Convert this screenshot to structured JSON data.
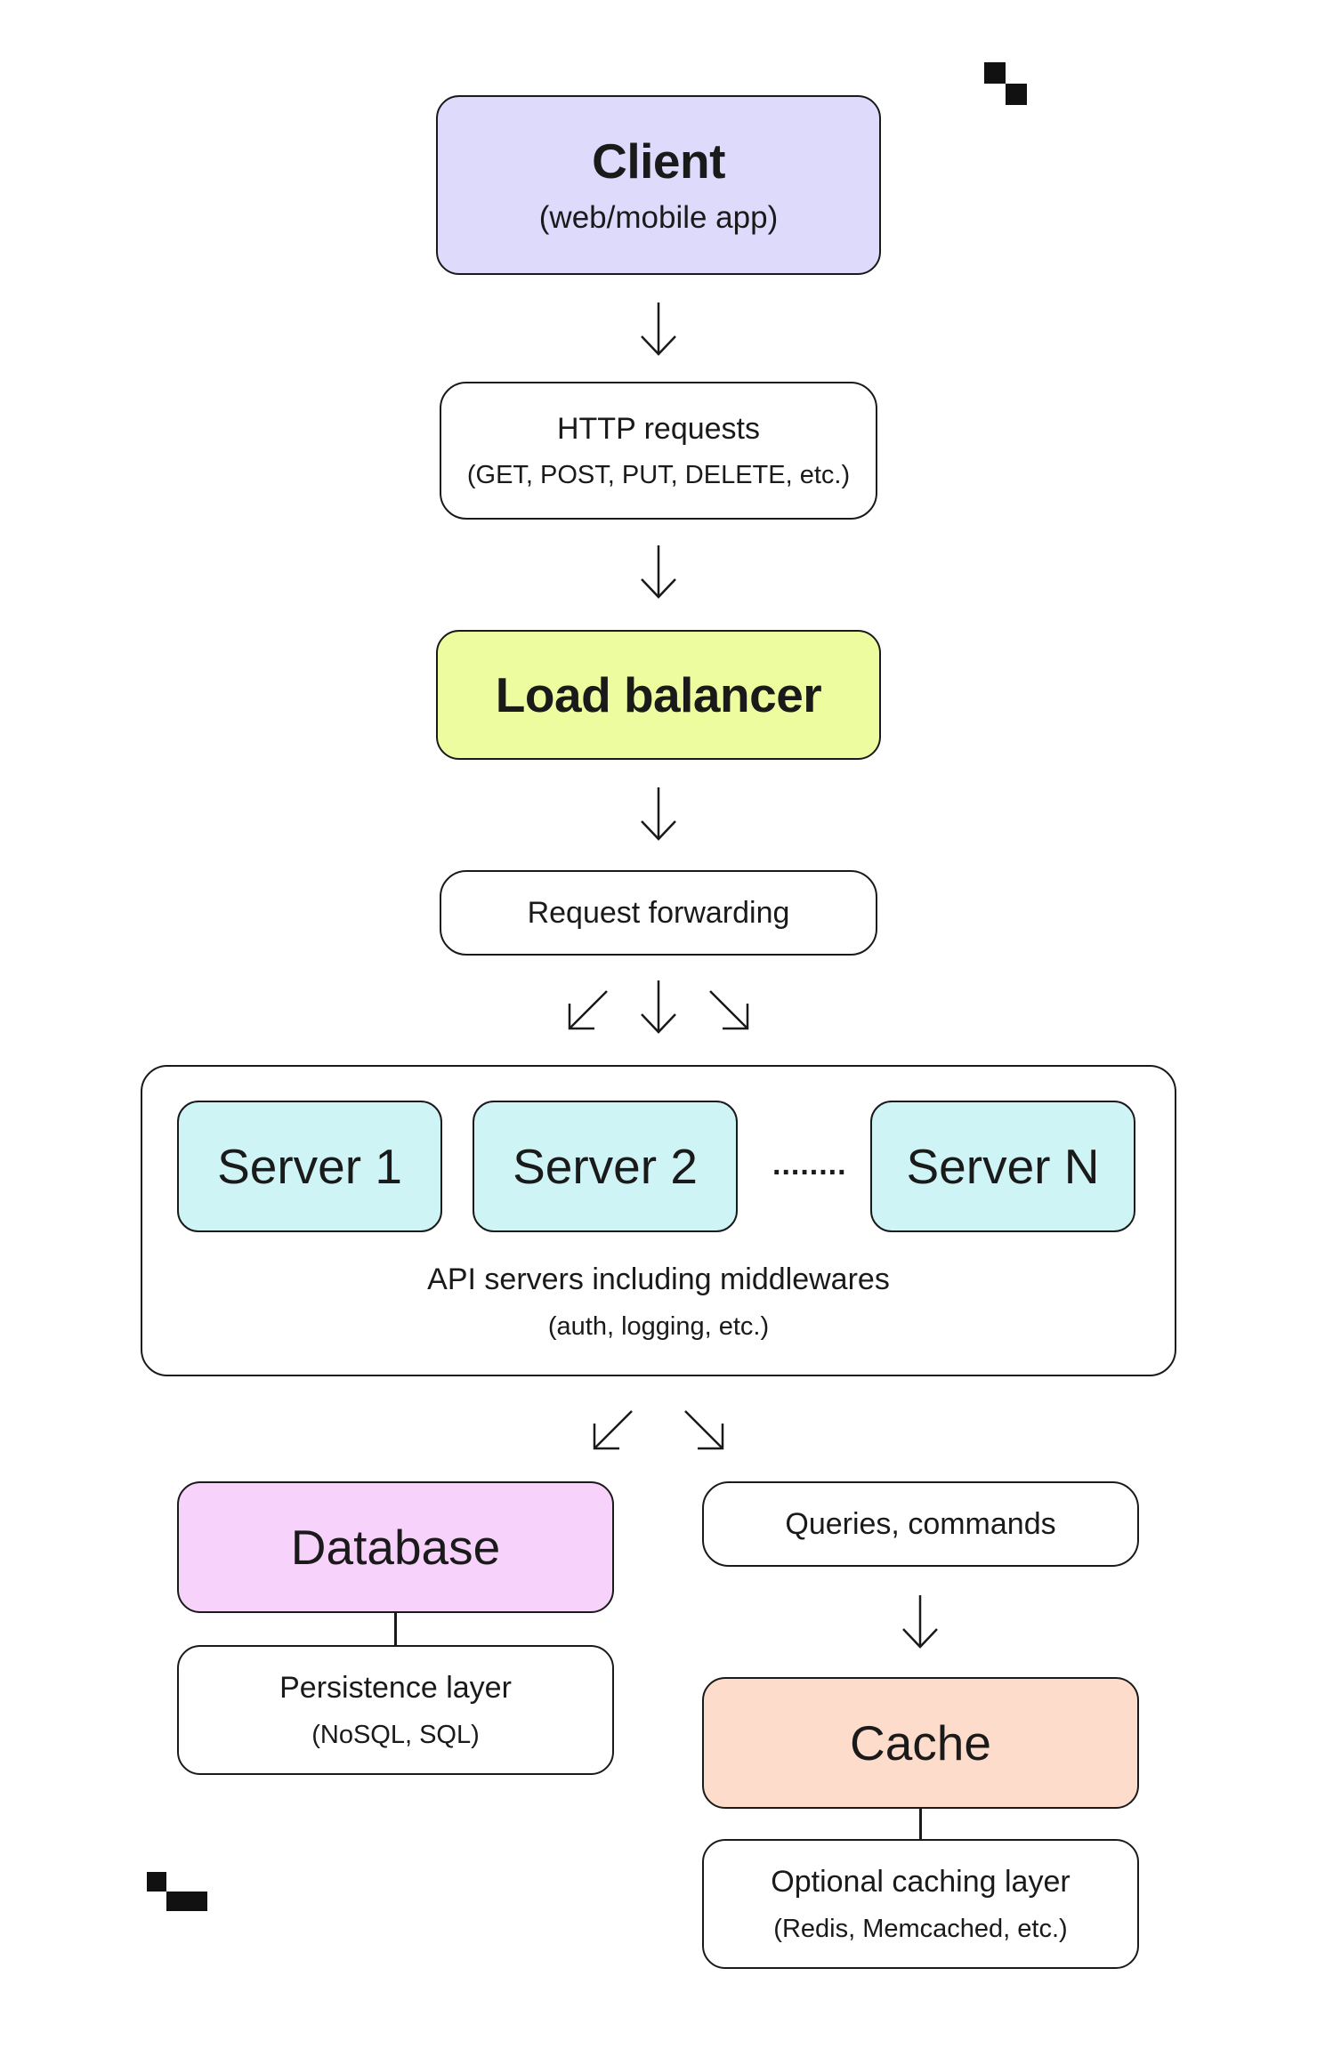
{
  "colors": {
    "client": "#dedafc",
    "load_balancer": "#eefca0",
    "server": "#cff4f6",
    "database": "#f7d2fa",
    "cache": "#fddccb",
    "stroke": "#1a1a1a"
  },
  "client": {
    "title": "Client",
    "subtitle": "(web/mobile app)"
  },
  "http": {
    "title": "HTTP requests",
    "subtitle": "(GET, POST, PUT, DELETE, etc.)"
  },
  "load_balancer": {
    "title": "Load balancer"
  },
  "forwarding": {
    "label": "Request forwarding"
  },
  "servers": {
    "items": [
      "Server 1",
      "Server 2",
      "Server N"
    ],
    "ellipsis": "........",
    "caption": "API servers including middlewares",
    "subcaption": "(auth, logging, etc.)"
  },
  "database": {
    "title": "Database",
    "layer": "Persistence layer",
    "layer_sub": "(NoSQL, SQL)"
  },
  "queries": {
    "label": "Queries, commands"
  },
  "cache": {
    "title": "Cache",
    "layer": "Optional caching layer",
    "layer_sub": "(Redis, Memcached, etc.)"
  },
  "arrow_icons": [
    "arrow-down-icon",
    "arrow-down-left-icon",
    "arrow-down-right-icon"
  ],
  "decor_icons": [
    "pixel-logo-top-icon",
    "pixel-logo-bottom-icon"
  ]
}
